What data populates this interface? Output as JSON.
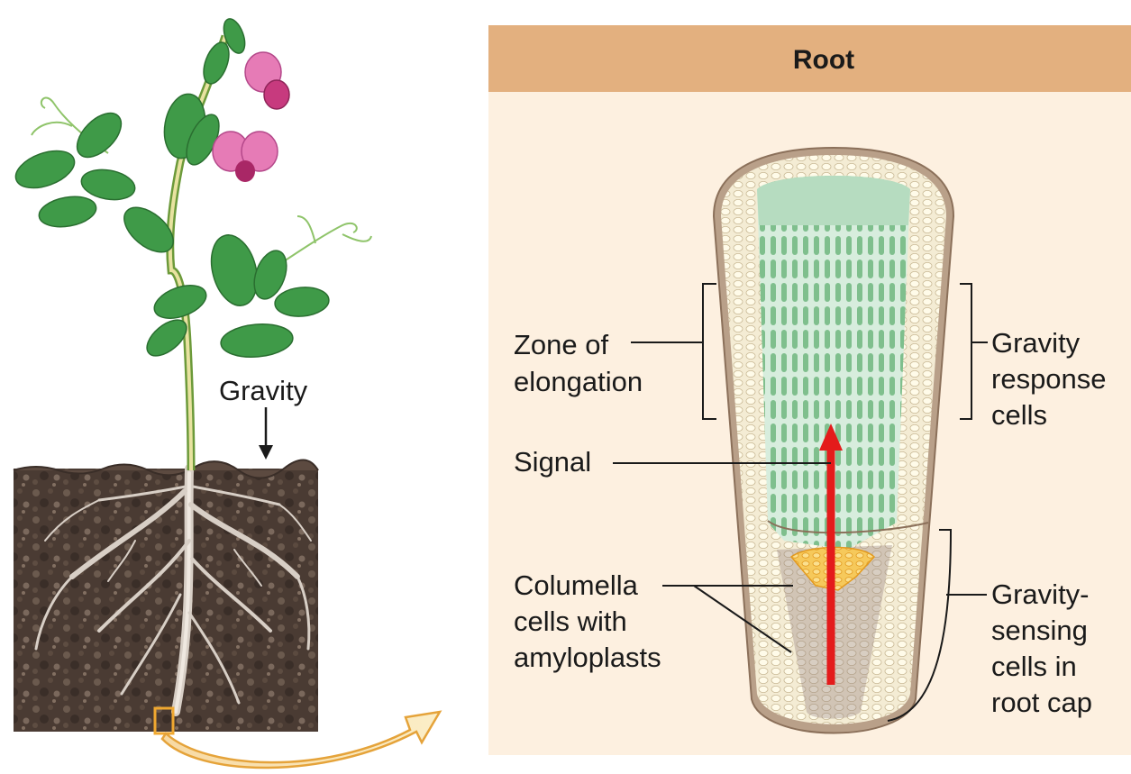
{
  "panel": {
    "title": "Root"
  },
  "plant": {
    "gravity_label": "Gravity"
  },
  "labels": {
    "zone_of_elongation": [
      "Zone of",
      "elongation"
    ],
    "signal": "Signal",
    "columella": [
      "Columella",
      "cells with",
      "amyloplasts"
    ],
    "gravity_response": [
      "Gravity",
      "response",
      "cells"
    ],
    "gravity_sensing": [
      "Gravity-",
      "sensing",
      "cells in",
      "root cap"
    ]
  },
  "colors": {
    "panel_header": "#e3b07f",
    "panel_bg": "#fdf0e0",
    "leaf": "#3f9a48",
    "flower": "#e67bb6",
    "soil": "#4a3b33",
    "signal_arrow": "#e41b1b",
    "amyloplasts": "#f3b43a"
  }
}
